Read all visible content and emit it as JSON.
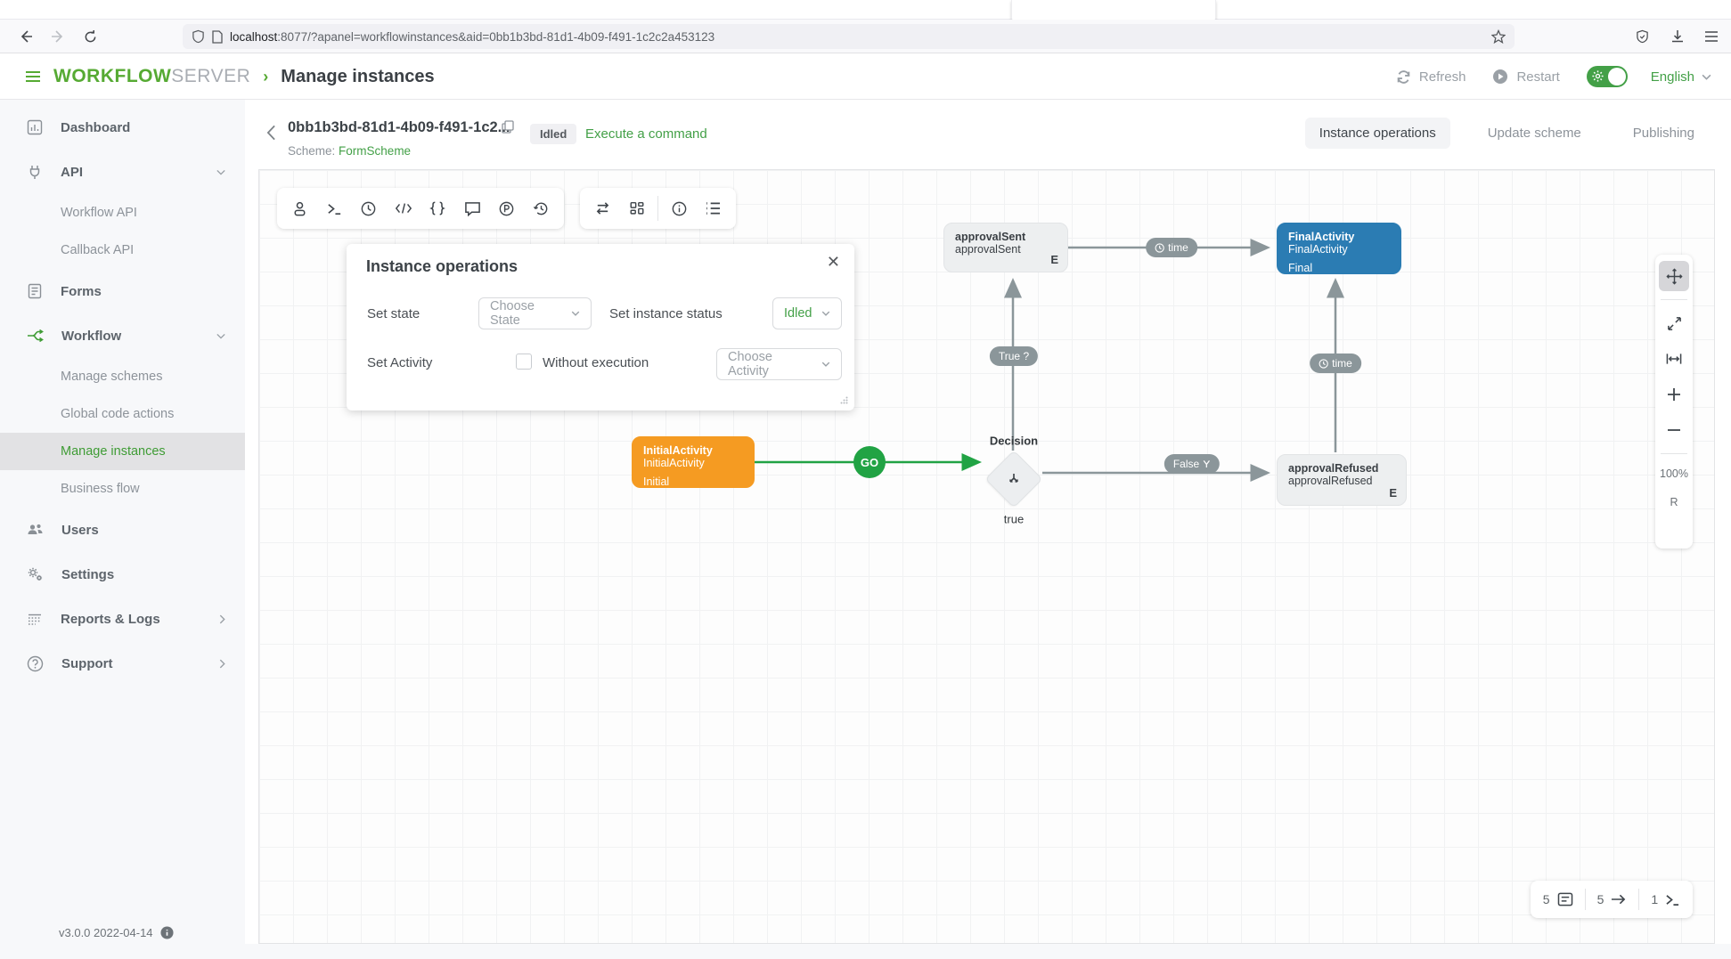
{
  "browser": {
    "url_host": "localhost",
    "url_rest": ":8077/?apanel=workflowinstances&aid=0bb1b3bd-81d1-4b09-f491-1c2c2a453123"
  },
  "header": {
    "logo_primary": "WORKFLOW",
    "logo_secondary": "SERVER",
    "page_title": "Manage instances",
    "refresh_label": "Refresh",
    "restart_label": "Restart",
    "language_label": "English"
  },
  "sidebar": {
    "items": [
      {
        "label": "Dashboard"
      },
      {
        "label": "API"
      },
      {
        "label": "Workflow API"
      },
      {
        "label": "Callback API"
      },
      {
        "label": "Forms"
      },
      {
        "label": "Workflow"
      },
      {
        "label": "Manage schemes"
      },
      {
        "label": "Global code actions"
      },
      {
        "label": "Manage instances"
      },
      {
        "label": "Business flow"
      },
      {
        "label": "Users"
      },
      {
        "label": "Settings"
      },
      {
        "label": "Reports & Logs"
      },
      {
        "label": "Support"
      }
    ],
    "version": "v3.0.0 2022-04-14"
  },
  "instance": {
    "id": "0bb1b3bd-81d1-4b09-f491-1c2...",
    "status_badge": "Idled",
    "execute_link": "Execute a command",
    "scheme_label": "Scheme:",
    "scheme_name": "FormScheme"
  },
  "tabs": {
    "instance_operations": "Instance operations",
    "update_scheme": "Update scheme",
    "publishing": "Publishing"
  },
  "dialog": {
    "title": "Instance operations",
    "set_state_label": "Set state",
    "choose_state_placeholder": "Choose State",
    "set_status_label": "Set instance status",
    "status_value": "Idled",
    "set_activity_label": "Set Activity",
    "without_execution_label": "Without execution",
    "choose_activity_placeholder": "Choose Activity"
  },
  "diagram": {
    "nodes": {
      "initial": {
        "title": "InitialActivity",
        "subtitle": "InitialActivity",
        "state": "Initial"
      },
      "approval_sent": {
        "title": "approvalSent",
        "subtitle": "approvalSent",
        "marker": "E"
      },
      "final": {
        "title": "FinalActivity",
        "subtitle": "FinalActivity",
        "state": "Final"
      },
      "approval_refused": {
        "title": "approvalRefused",
        "subtitle": "approvalRefused",
        "marker": "E"
      },
      "decision": {
        "label": "Decision",
        "result": "true"
      }
    },
    "labels": {
      "go": "GO",
      "true_branch": "True ?",
      "false_branch": "False",
      "timer": "time"
    }
  },
  "zoom_panel": {
    "level": "100%",
    "reset": "R"
  },
  "stats_bar": {
    "schemes": "5",
    "transitions": "5",
    "commands": "1"
  },
  "colors": {
    "accent_green": "#43a047",
    "node_blue": "#2b7cb3",
    "node_orange": "#f59b22",
    "badge_gray": "#8b969a"
  }
}
